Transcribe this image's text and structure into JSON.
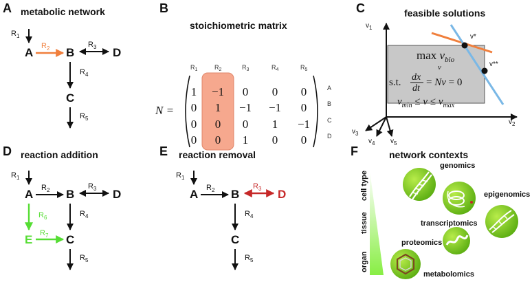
{
  "panels": {
    "A": {
      "letter": "A",
      "title": "metabolic network",
      "nodes": [
        "A",
        "B",
        "C",
        "D"
      ],
      "reactions": [
        "R1",
        "R2",
        "R3",
        "R4",
        "R5"
      ],
      "highlight_color": "#f07f3c"
    },
    "B": {
      "letter": "B",
      "title": "stoichiometric matrix",
      "symbol": "N =",
      "columns": [
        "R1",
        "R2",
        "R3",
        "R4",
        "R5"
      ],
      "rows": [
        "A",
        "B",
        "C",
        "D"
      ],
      "matrix": [
        [
          1,
          -1,
          0,
          0,
          0
        ],
        [
          0,
          1,
          -1,
          -1,
          0
        ],
        [
          0,
          0,
          0,
          1,
          -1
        ],
        [
          0,
          0,
          1,
          0,
          0
        ]
      ],
      "highlight_color": "#f2a08a"
    },
    "C": {
      "letter": "C",
      "title": "feasible solutions",
      "objective": "max v_bio",
      "objective_sub": "v",
      "constraint1": "s.t.  dx/dt = Nv = 0",
      "constraint2": "v_min ≤ v ≤ v_max",
      "axes": [
        "v1",
        "v2",
        "v3",
        "v4",
        "v5"
      ],
      "solutions": [
        "v*",
        "v**"
      ],
      "line_colors": [
        "#f07f3c",
        "#7ab8e6"
      ],
      "region_color": "#c8c8c8"
    },
    "D": {
      "letter": "D",
      "title": "reaction addition",
      "nodes": [
        "A",
        "B",
        "C",
        "D",
        "E"
      ],
      "reactions": [
        "R1",
        "R2",
        "R3",
        "R4",
        "R5",
        "R6",
        "R7"
      ],
      "highlight_color": "#66ee44"
    },
    "E": {
      "letter": "E",
      "title": "reaction removal",
      "nodes": [
        "A",
        "B",
        "C",
        "D"
      ],
      "reactions": [
        "R1",
        "R2",
        "R3",
        "R4",
        "R5"
      ],
      "highlight_color": "#c62828"
    },
    "F": {
      "letter": "F",
      "title": "network contexts",
      "levels": [
        "organ",
        "tissue",
        "cell type"
      ],
      "omics": [
        "genomics",
        "epigenomics",
        "transcriptomics",
        "proteomics",
        "metabolomics"
      ],
      "ball_color": "#7ccc1e"
    }
  }
}
